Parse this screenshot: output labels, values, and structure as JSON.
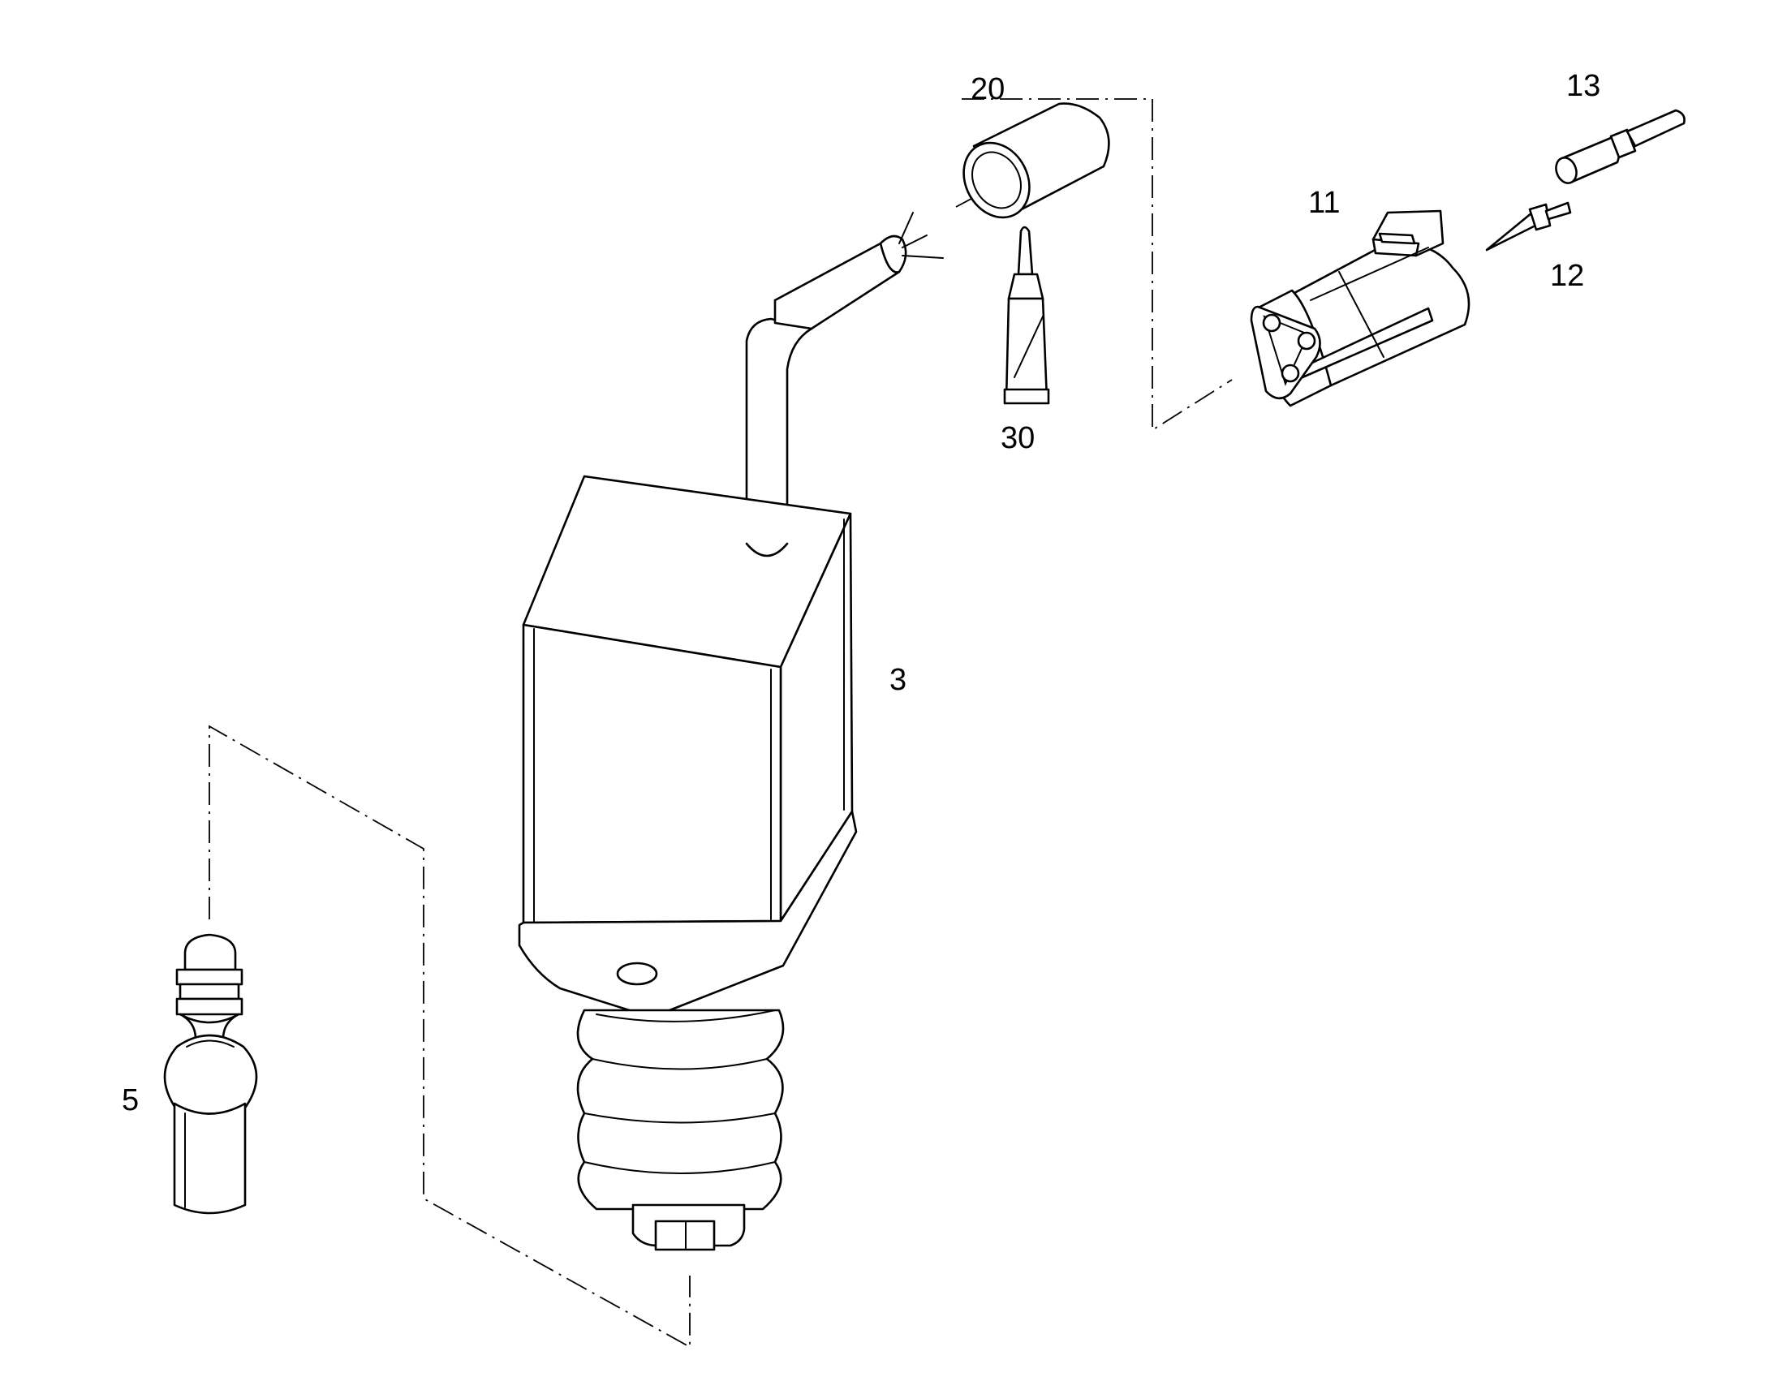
{
  "callouts": {
    "part_3": "3",
    "part_5": "5",
    "part_11": "11",
    "part_12": "12",
    "part_13": "13",
    "part_20": "20",
    "part_30": "30"
  },
  "colors": {
    "line": "#000000",
    "background": "#ffffff"
  }
}
